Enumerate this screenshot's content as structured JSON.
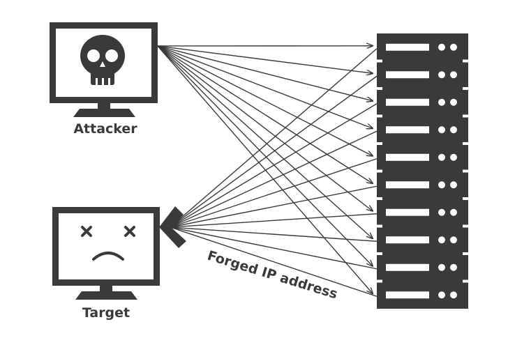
{
  "labels": {
    "attacker": "Attacker",
    "target": "Target",
    "forged": "Forged IP address"
  },
  "colors": {
    "ink": "#3a3a3a",
    "background": "#ffffff"
  },
  "icons": {
    "attacker": "skull-icon",
    "target": "sad-face-icon",
    "server": "server-rack-icon"
  },
  "server_count": 10
}
